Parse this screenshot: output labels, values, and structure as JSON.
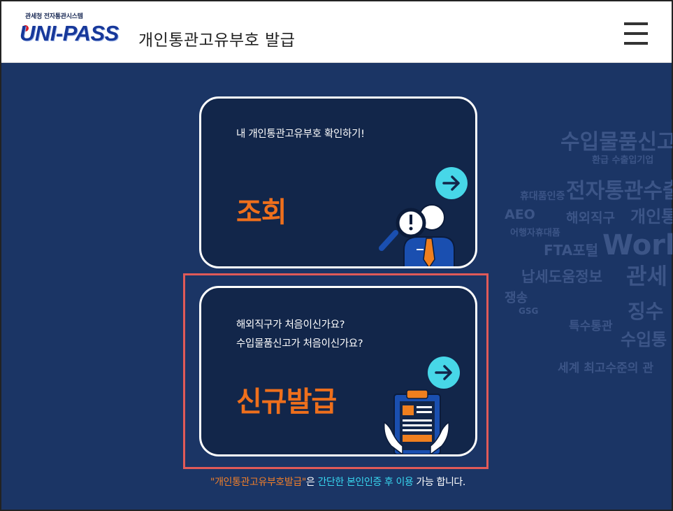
{
  "header": {
    "logo_top": "관세청 전자통관시스템",
    "logo_word": "UNI-PASS",
    "title": "개인통관고유부호 발급"
  },
  "menu": {
    "icon": "hamburger-menu-icon"
  },
  "cards": [
    {
      "desc_lines": [
        "내 개인통관고유부호 확인하기!"
      ],
      "title": "조회",
      "icon": "arrow-right-icon",
      "illustration": "magnifier-person-icon"
    },
    {
      "desc_lines": [
        "해외직구가 처음이신가요?",
        "수입물품신고가 처음이신가요?"
      ],
      "title": "신규발급",
      "icon": "arrow-right-icon",
      "illustration": "clipboard-hands-icon"
    }
  ],
  "footnote": {
    "part1": "\"개인통관고유부호발급\"",
    "part2": "은 ",
    "part3": "간단한 본인인증 후 이용",
    "part4": " 가능 합니다."
  },
  "background_words": [
    "수입물품신고",
    "환급 수출입기업",
    "전자통관수출",
    "휴대품인증",
    "AEO",
    "해외직구",
    "개인통",
    "어행자휴대품",
    "FTA포털",
    "World",
    "납세도움정보",
    "관세",
    "쟁송",
    "징수",
    "GSG",
    "특수통관",
    "수입통",
    "세계 최고수준의 관"
  ],
  "colors": {
    "accent_orange": "#ee6f1c",
    "accent_cyan": "#47d7e8",
    "background": "#1b3565",
    "card_bg": "#12264a",
    "highlight": "#e05a58"
  }
}
